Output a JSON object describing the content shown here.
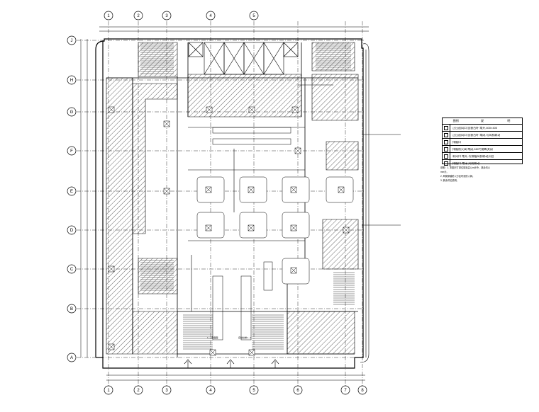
{
  "drawing": {
    "type": "floor plan",
    "column_grid_bottom": [
      "1",
      "2",
      "3",
      "4",
      "5",
      "6",
      "7",
      "8"
    ],
    "column_grid_top": [
      "1",
      "2",
      "3",
      "4",
      "5"
    ],
    "row_grid_left": [
      "J",
      "H",
      "G",
      "F",
      "E",
      "D",
      "C",
      "B",
      "A"
    ],
    "room_labels": [
      "1—1剖面图",
      "自动扶梯1—1"
    ]
  },
  "legend": {
    "header": [
      "图例",
      "说",
      "明"
    ],
    "rows": [
      "正压送风口 自垂百叶 常开,400×400",
      "正压送风口 自垂百叶 常闭,与风机联动",
      "排烟口",
      "排烟防火阀 常闭,280℃熔断关闭",
      "补风口 常开,与排烟风机联动开启",
      "排烟口 常闭 风机联动"
    ]
  },
  "notes": [
    "说明：1. 本图尺寸单位除标高以m计外，其余均以mm计。",
    "2. 风管穿越防火分区时设防火阀。",
    "3. 其余详见说明。"
  ],
  "colors": {
    "line": "#000000",
    "paper": "#ffffff",
    "hatch": "#000000"
  }
}
